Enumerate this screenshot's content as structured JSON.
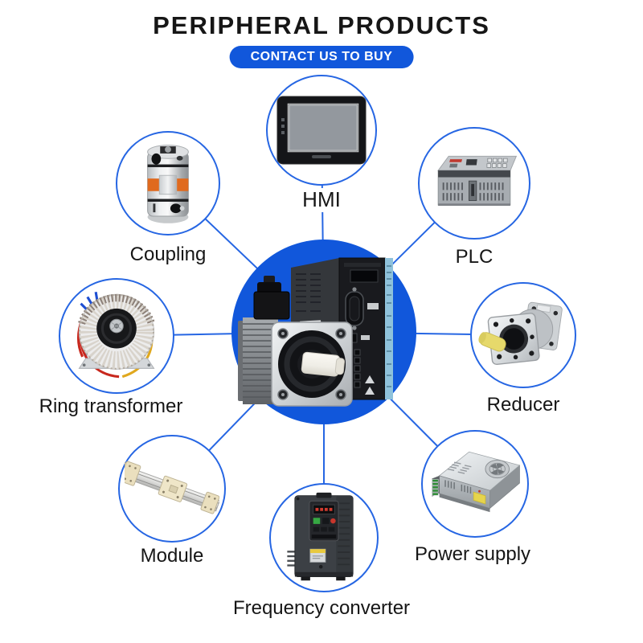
{
  "title": "PERIPHERAL PRODUCTS",
  "cta": {
    "label": "CONTACT US TO BUY"
  },
  "colors": {
    "accent_blue": "#1157DB",
    "connector_blue": "#2666E3",
    "text": "#161616"
  },
  "center": {
    "icon": "servo-motor-and-driver-icon"
  },
  "products": [
    {
      "id": "hmi",
      "label": "HMI",
      "icon": "hmi-touch-panel-icon"
    },
    {
      "id": "plc",
      "label": "PLC",
      "icon": "plc-controller-icon"
    },
    {
      "id": "reducer",
      "label": "Reducer",
      "icon": "planetary-reducer-icon"
    },
    {
      "id": "power-supply",
      "label": "Power supply",
      "icon": "switching-power-supply-icon"
    },
    {
      "id": "frequency-converter",
      "label": "Frequency converter",
      "icon": "frequency-converter-icon"
    },
    {
      "id": "module",
      "label": "Module",
      "icon": "linear-module-icon"
    },
    {
      "id": "ring-transformer",
      "label": "Ring transformer",
      "icon": "toroidal-transformer-icon"
    },
    {
      "id": "coupling",
      "label": "Coupling",
      "icon": "jaw-coupling-icon"
    }
  ]
}
